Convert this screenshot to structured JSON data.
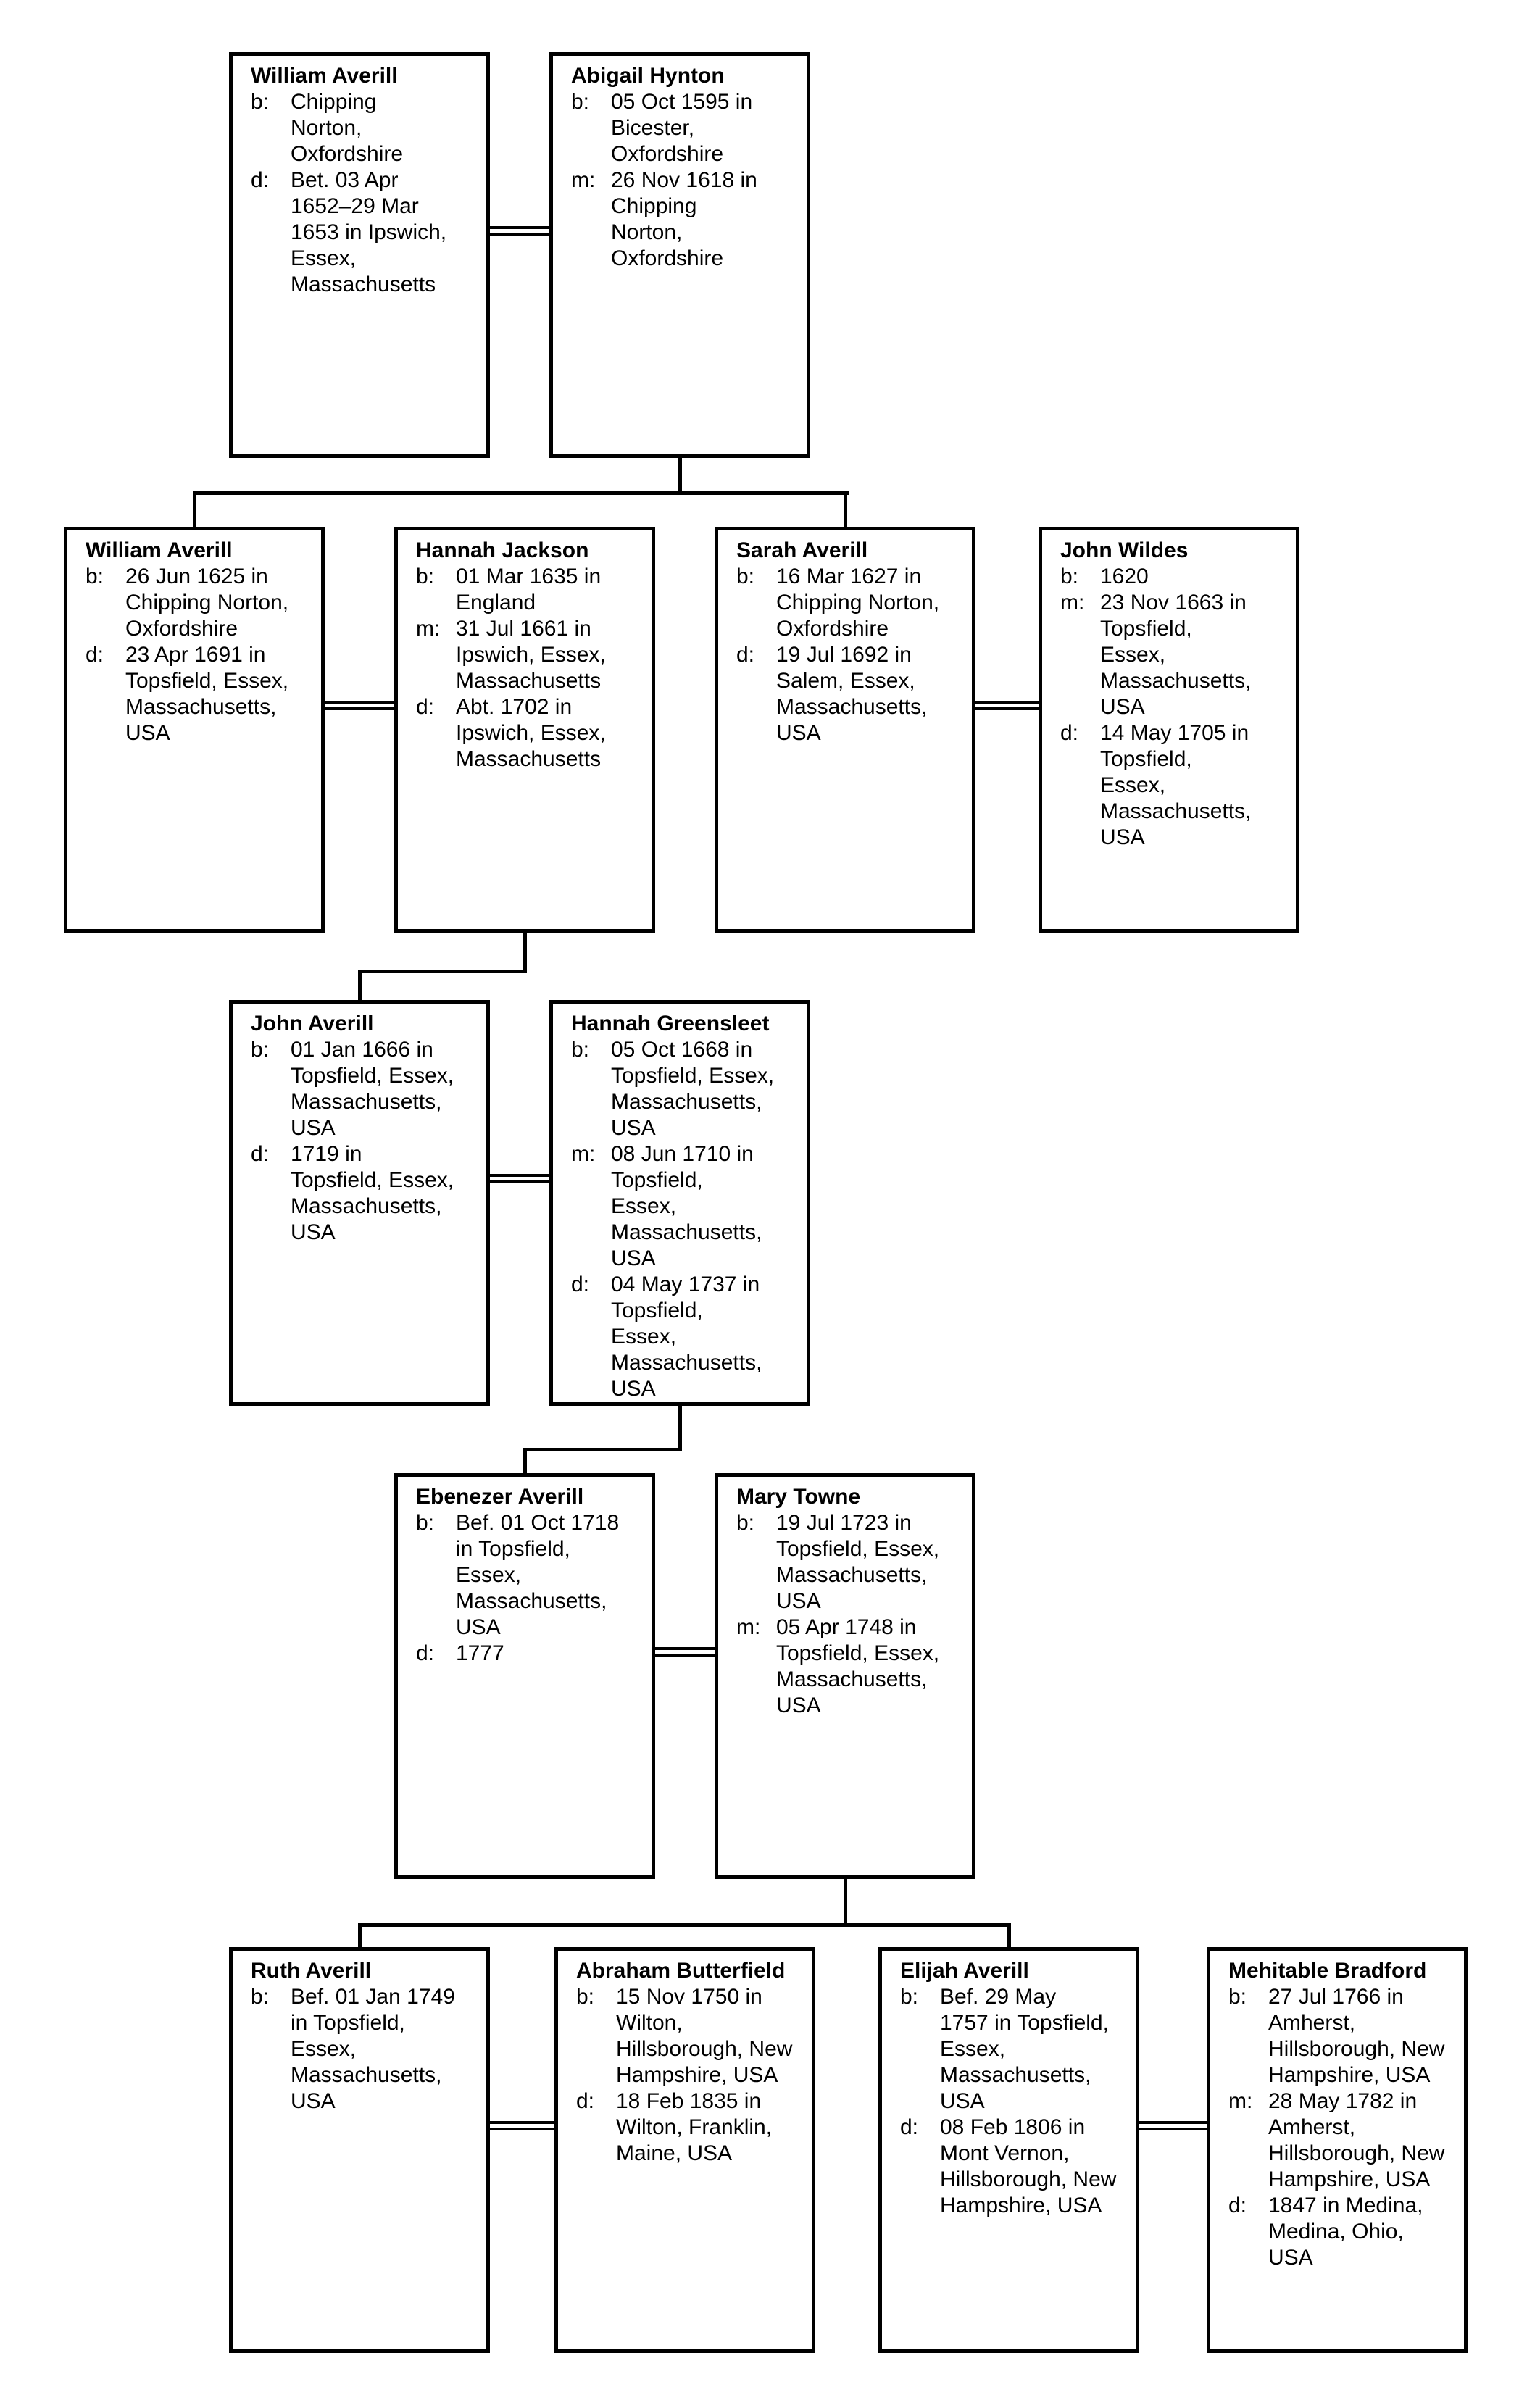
{
  "colors": {
    "background": "#ffffff",
    "line": "#000000",
    "text": "#000000"
  },
  "persons": [
    {
      "name": "William Averill",
      "events": [
        {
          "label": "b:",
          "text": "Chipping\nNorton,\nOxfordshire"
        },
        {
          "label": "d:",
          "text": "Bet. 03 Apr\n1652–29 Mar\n1653 in Ipswich,\nEssex,\nMassachusetts"
        }
      ]
    },
    {
      "name": "Abigail Hynton",
      "events": [
        {
          "label": "b:",
          "text": "05 Oct 1595 in\nBicester,\nOxfordshire"
        },
        {
          "label": "m:",
          "text": "26 Nov 1618 in\nChipping\nNorton,\nOxfordshire"
        }
      ]
    },
    {
      "name": "William Averill",
      "events": [
        {
          "label": "b:",
          "text": "26 Jun 1625 in\nChipping Norton,\nOxfordshire"
        },
        {
          "label": "d:",
          "text": "23 Apr 1691 in\nTopsfield, Essex,\nMassachusetts,\nUSA"
        }
      ]
    },
    {
      "name": "Hannah Jackson",
      "events": [
        {
          "label": "b:",
          "text": "01 Mar 1635 in\nEngland"
        },
        {
          "label": "m:",
          "text": "31 Jul 1661 in\nIpswich, Essex,\nMassachusetts"
        },
        {
          "label": "d:",
          "text": "Abt. 1702 in\nIpswich, Essex,\nMassachusetts"
        }
      ]
    },
    {
      "name": "Sarah Averill",
      "events": [
        {
          "label": "b:",
          "text": "16 Mar 1627 in\nChipping Norton,\nOxfordshire"
        },
        {
          "label": "d:",
          "text": "19 Jul 1692 in\nSalem, Essex,\nMassachusetts,\nUSA"
        }
      ]
    },
    {
      "name": "John Wildes",
      "events": [
        {
          "label": "b:",
          "text": "1620"
        },
        {
          "label": "m:",
          "text": "23 Nov 1663 in\nTopsfield,\nEssex,\nMassachusetts,\nUSA"
        },
        {
          "label": "d:",
          "text": "14 May 1705 in\nTopsfield,\nEssex,\nMassachusetts,\nUSA"
        }
      ]
    },
    {
      "name": "John Averill",
      "events": [
        {
          "label": "b:",
          "text": "01 Jan 1666 in\nTopsfield, Essex,\nMassachusetts,\nUSA"
        },
        {
          "label": "d:",
          "text": "1719 in\nTopsfield, Essex,\nMassachusetts,\nUSA"
        }
      ]
    },
    {
      "name": "Hannah Greensleet",
      "events": [
        {
          "label": "b:",
          "text": "05 Oct 1668 in\nTopsfield, Essex,\nMassachusetts,\nUSA"
        },
        {
          "label": "m:",
          "text": "08 Jun 1710 in\nTopsfield,\nEssex,\nMassachusetts,\nUSA"
        },
        {
          "label": "d:",
          "text": "04 May 1737 in\nTopsfield,\nEssex,\nMassachusetts,\nUSA"
        }
      ]
    },
    {
      "name": "Ebenezer Averill",
      "events": [
        {
          "label": "b:",
          "text": "Bef. 01 Oct 1718\nin Topsfield,\nEssex,\nMassachusetts,\nUSA"
        },
        {
          "label": "d:",
          "text": "1777"
        }
      ]
    },
    {
      "name": "Mary Towne",
      "events": [
        {
          "label": "b:",
          "text": "19 Jul 1723 in\nTopsfield, Essex,\nMassachusetts,\nUSA"
        },
        {
          "label": "m:",
          "text": "05 Apr 1748 in\nTopsfield, Essex,\nMassachusetts,\nUSA"
        }
      ]
    },
    {
      "name": "Ruth Averill",
      "events": [
        {
          "label": "b:",
          "text": "Bef. 01 Jan 1749\nin Topsfield,\nEssex,\nMassachusetts,\nUSA"
        }
      ]
    },
    {
      "name": "Abraham Butterfield",
      "events": [
        {
          "label": "b:",
          "text": "15 Nov 1750 in\nWilton,\nHillsborough, New\nHampshire, USA"
        },
        {
          "label": "d:",
          "text": "18 Feb 1835 in\nWilton, Franklin,\nMaine, USA"
        }
      ]
    },
    {
      "name": "Elijah Averill",
      "events": [
        {
          "label": "b:",
          "text": "Bef. 29 May\n1757 in Topsfield,\nEssex,\nMassachusetts,\nUSA"
        },
        {
          "label": "d:",
          "text": "08 Feb 1806 in\nMont Vernon,\nHillsborough, New\nHampshire, USA"
        }
      ]
    },
    {
      "name": "Mehitable Bradford",
      "events": [
        {
          "label": "b:",
          "text": "27 Jul 1766 in\nAmherst,\nHillsborough, New\nHampshire, USA"
        },
        {
          "label": "m:",
          "text": "28 May 1782 in\nAmherst,\nHillsborough, New\nHampshire, USA"
        },
        {
          "label": "d:",
          "text": "1847 in Medina,\nMedina, Ohio,\nUSA"
        }
      ]
    }
  ],
  "unions": [
    {
      "spouse_a": 0,
      "spouse_b": 1,
      "children": [
        2,
        4
      ]
    },
    {
      "spouse_a": 2,
      "spouse_b": 3,
      "children": [
        6
      ]
    },
    {
      "spouse_a": 4,
      "spouse_b": 5,
      "children": []
    },
    {
      "spouse_a": 6,
      "spouse_b": 7,
      "children": [
        8
      ]
    },
    {
      "spouse_a": 8,
      "spouse_b": 9,
      "children": [
        10,
        12
      ]
    },
    {
      "spouse_a": 10,
      "spouse_b": 11,
      "children": []
    },
    {
      "spouse_a": 12,
      "spouse_b": 13,
      "children": []
    }
  ]
}
